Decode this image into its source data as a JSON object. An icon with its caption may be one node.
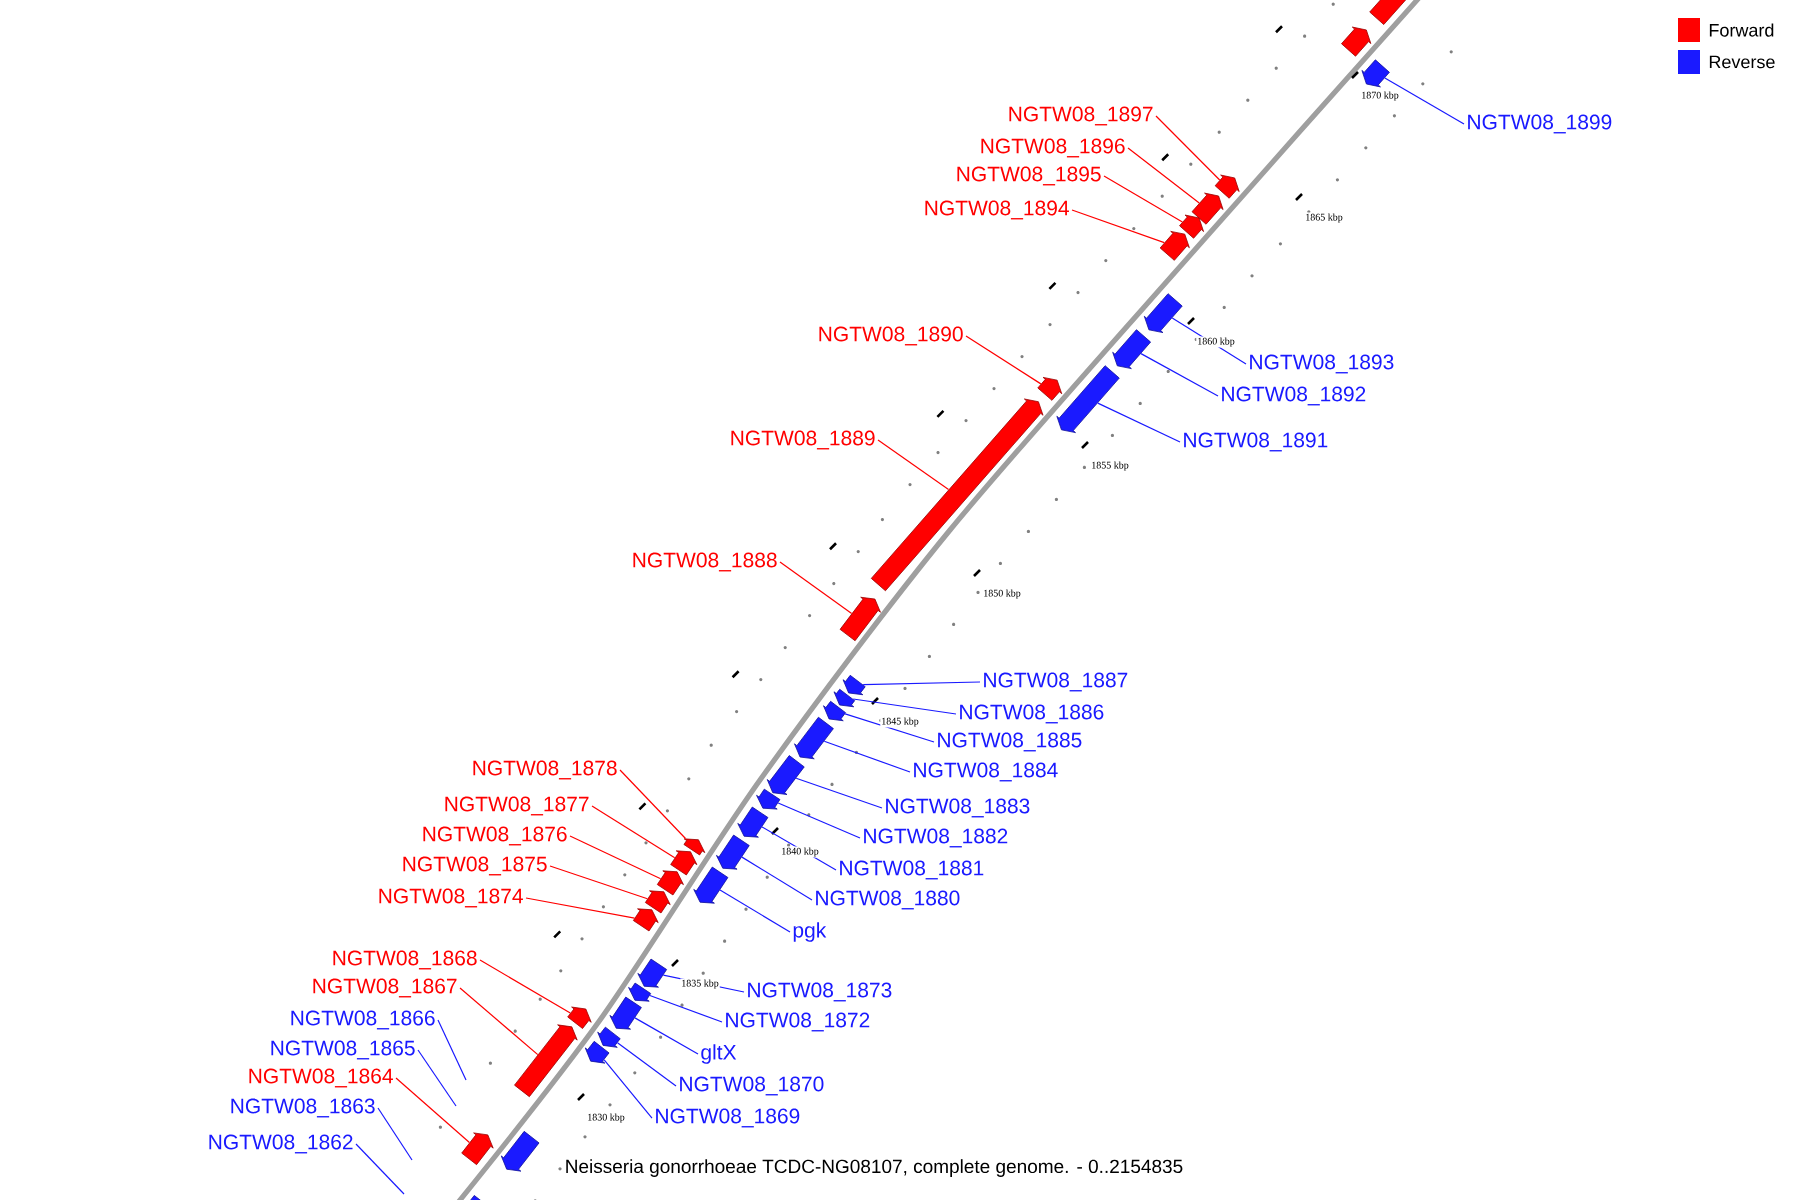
{
  "diagram": {
    "caption": "Neisseria gonorrhoeae TCDC-NG08107, complete genome. - 0..2154835",
    "nodes": [
      {
        "text": [
          "NGTW08_1899"
        ]
      },
      {
        "text": [
          "NGTW08_1897"
        ]
      },
      {
        "text": [
          "NGTW08_1896"
        ]
      },
      {
        "text": [
          "NGTW08_1895"
        ]
      },
      {
        "text": [
          "NGTW08_1894"
        ]
      },
      {
        "text": [
          "NGTW08_1890"
        ]
      },
      {
        "text": [
          "NGTW08_1893"
        ]
      },
      {
        "text": [
          "NGTW08_1892"
        ]
      },
      {
        "text": [
          "NGTW08_1889"
        ]
      },
      {
        "text": [
          "NGTW08_1891"
        ]
      },
      {
        "text": [
          "NGTW08_1888"
        ]
      },
      {
        "text": [
          "NGTW08_1887"
        ]
      },
      {
        "text": [
          "NGTW08_1886"
        ]
      },
      {
        "text": [
          "NGTW08_1885"
        ]
      },
      {
        "text": [
          "NGTW08_1878"
        ]
      },
      {
        "text": [
          "NGTW08_1884"
        ]
      },
      {
        "text": [
          "NGTW08_1877"
        ]
      },
      {
        "text": [
          "NGTW08_1883"
        ]
      },
      {
        "text": [
          "NGTW08_1876"
        ]
      },
      {
        "text": [
          "NGTW08_1882"
        ]
      },
      {
        "text": [
          "NGTW08_1875"
        ]
      },
      {
        "text": [
          "NGTW08_1881"
        ]
      },
      {
        "text": [
          "NGTW08_1874"
        ]
      },
      {
        "text": [
          "NGTW08_1880"
        ]
      },
      {
        "text": [
          "pgk"
        ]
      },
      {
        "text": [
          "NGTW08_1868"
        ]
      },
      {
        "text": [
          "NGTW08_1873"
        ]
      },
      {
        "text": [
          "NGTW08_1867"
        ]
      },
      {
        "text": [
          "NGTW08_1872"
        ]
      },
      {
        "text": [
          "NGTW08_1866"
        ]
      },
      {
        "text": [
          "gltX"
        ]
      },
      {
        "text": [
          "NGTW08_1865"
        ]
      },
      {
        "text": [
          "NGTW08_1870"
        ]
      },
      {
        "text": [
          "NGTW08_1864"
        ]
      },
      {
        "text": [
          "NGTW08_1863"
        ]
      },
      {
        "text": [
          "NGTW08_1869"
        ]
      },
      {
        "text": [
          "NGTW08_1862"
        ]
      },
      {
        "text": [],
        "shape": "arrow"
      },
      {
        "text": [],
        "shape": "arrow"
      },
      {
        "text": [],
        "shape": "arrow"
      },
      {
        "text": [],
        "shape": "arrow"
      },
      {
        "text": [],
        "shape": "arrow"
      },
      {
        "text": [],
        "shape": "arrow"
      },
      {
        "text": [],
        "shape": "arrow"
      },
      {
        "text": [],
        "shape": "arrow"
      },
      {
        "text": [],
        "shape": "arrow"
      },
      {
        "text": [],
        "shape": "arrow"
      },
      {
        "text": [],
        "shape": "arrow"
      },
      {
        "text": [],
        "shape": "arrow"
      },
      {
        "text": [],
        "shape": "arrow"
      },
      {
        "text": [],
        "shape": "arrow"
      },
      {
        "text": [],
        "shape": "arrow"
      },
      {
        "text": [],
        "shape": "arrow"
      },
      {
        "text": [],
        "shape": "arrow"
      },
      {
        "text": [],
        "shape": "arrow"
      },
      {
        "text": [],
        "shape": "arrow"
      },
      {
        "text": [],
        "shape": "arrow"
      },
      {
        "text": [],
        "shape": "arrow"
      },
      {
        "text": [],
        "shape": "arrow"
      },
      {
        "text": [],
        "shape": "arrow"
      },
      {
        "text": [],
        "shape": "arrow"
      },
      {
        "text": [],
        "shape": "arrow"
      },
      {
        "text": [],
        "shape": "arrow"
      },
      {
        "text": [],
        "shape": "arrow"
      },
      {
        "text": [],
        "shape": "arrow"
      },
      {
        "text": [],
        "shape": "arrow"
      },
      {
        "text": [],
        "shape": "arrow"
      },
      {
        "text": [],
        "shape": "arrow"
      },
      {
        "text": [],
        "shape": "arrow"
      },
      {
        "text": [],
        "shape": "arrow"
      },
      {
        "text": [],
        "shape": "arrow"
      },
      {
        "text": [],
        "shape": "arrow"
      },
      {
        "text": [],
        "shape": "arrow"
      },
      {
        "text": [],
        "shape": "arrow"
      }
    ],
    "edges": [
      {
        "from": 0,
        "to": 41,
        "arrow": "none"
      },
      {
        "from": 1,
        "to": 42,
        "arrow": "none",
        "color": "#ff0000"
      },
      {
        "from": 2,
        "to": 43,
        "arrow": "none",
        "color": "#ff0000"
      },
      {
        "from": 3,
        "to": 44,
        "arrow": "none",
        "color": "#ff0000"
      },
      {
        "from": 4,
        "to": 45,
        "arrow": "none",
        "color": "#ff0000"
      },
      {
        "from": 5,
        "to": 46,
        "arrow": "none",
        "color": "#ff0000"
      },
      {
        "from": 6,
        "to": 47,
        "arrow": "none"
      },
      {
        "from": 7,
        "to": 48,
        "arrow": "none"
      },
      {
        "from": 8,
        "to": 49,
        "arrow": "none",
        "color": "#ff0000"
      },
      {
        "from": 9,
        "to": 50,
        "arrow": "none"
      },
      {
        "from": 10,
        "to": 51,
        "arrow": "none",
        "color": "#ff0000"
      },
      {
        "from": 11,
        "to": 52,
        "arrow": "none"
      },
      {
        "from": 12,
        "to": 53,
        "arrow": "none"
      },
      {
        "from": 13,
        "to": 54,
        "arrow": "none"
      },
      {
        "from": 14,
        "to": 55,
        "arrow": "none",
        "color": "#ff0000"
      },
      {
        "from": 15,
        "to": 56,
        "arrow": "none"
      },
      {
        "from": 16,
        "to": 57,
        "arrow": "none",
        "color": "#ff0000"
      },
      {
        "from": 17,
        "to": 58,
        "arrow": "none"
      },
      {
        "from": 18,
        "to": 59,
        "arrow": "none",
        "color": "#ff0000"
      },
      {
        "from": 19,
        "to": 60,
        "arrow": "none"
      },
      {
        "from": 20,
        "to": 61,
        "arrow": "none",
        "color": "#ff0000"
      },
      {
        "from": 21,
        "to": 62,
        "arrow": "none"
      },
      {
        "from": 22,
        "to": 63,
        "arrow": "none",
        "color": "#ff0000"
      },
      {
        "from": 23,
        "to": 64,
        "arrow": "none"
      },
      {
        "from": 24,
        "to": 65,
        "arrow": "none"
      },
      {
        "from": 25,
        "to": 66,
        "arrow": "none",
        "color": "#ff0000"
      },
      {
        "from": 26,
        "to": 67,
        "arrow": "none"
      },
      {
        "from": 27,
        "to": 68,
        "arrow": "none",
        "color": "#ff0000"
      },
      {
        "from": 28,
        "to": 69,
        "arrow": "none"
      },
      {
        "from": 29,
        "to": null,
        "arrow": "none"
      },
      {
        "from": 30,
        "to": 70,
        "arrow": "none"
      },
      {
        "from": 31,
        "to": null,
        "arrow": "none"
      },
      {
        "from": 32,
        "to": 71,
        "arrow": "none"
      },
      {
        "from": 33,
        "to": 72,
        "arrow": "none",
        "color": "#ff0000"
      },
      {
        "from": 34,
        "to": null,
        "arrow": "none"
      },
      {
        "from": 35,
        "to": 73,
        "arrow": "none"
      },
      {
        "from": 36,
        "to": null,
        "arrow": "none"
      }
    ],
    "labels": [
      "1870 kbp",
      "1865 kbp",
      "1860 kbp",
      "1855 kbp",
      "1850 kbp",
      "1845 kbp",
      "1840 kbp",
      "1835 kbp",
      "1830 kbp"
    ],
    "legend": [
      {
        "text": "Forward",
        "color": "#ff0000"
      },
      {
        "text": "Reverse",
        "color": "#1a1aff"
      }
    ]
  }
}
